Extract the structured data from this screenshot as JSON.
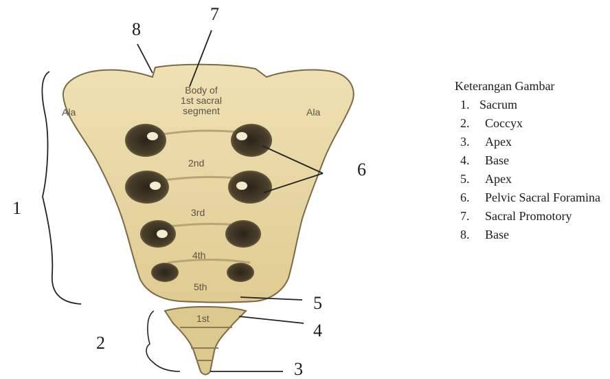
{
  "figure": {
    "callouts": [
      "1",
      "2",
      "3",
      "4",
      "5",
      "6",
      "7",
      "8"
    ],
    "bone_labels": {
      "ala_left": "Ala",
      "ala_right": "Ala",
      "body_line1": "Body of",
      "body_line2": "1st sacral",
      "body_line3": "segment",
      "seg2": "2nd",
      "seg3": "3rd",
      "seg4": "4th",
      "seg5": "5th",
      "coccyx1": "1st"
    }
  },
  "legend": {
    "title": "Keterangan Gambar",
    "items": [
      {
        "num": "1.",
        "text": "Sacrum"
      },
      {
        "num": "2.",
        "text": "Coccyx"
      },
      {
        "num": "3.",
        "text": "Apex"
      },
      {
        "num": "4.",
        "text": "Base"
      },
      {
        "num": "5.",
        "text": "Apex"
      },
      {
        "num": "6.",
        "text": "Pelvic Sacral Foramina"
      },
      {
        "num": "7.",
        "text": "Sacral Promotory"
      },
      {
        "num": "8.",
        "text": "Base"
      }
    ]
  }
}
